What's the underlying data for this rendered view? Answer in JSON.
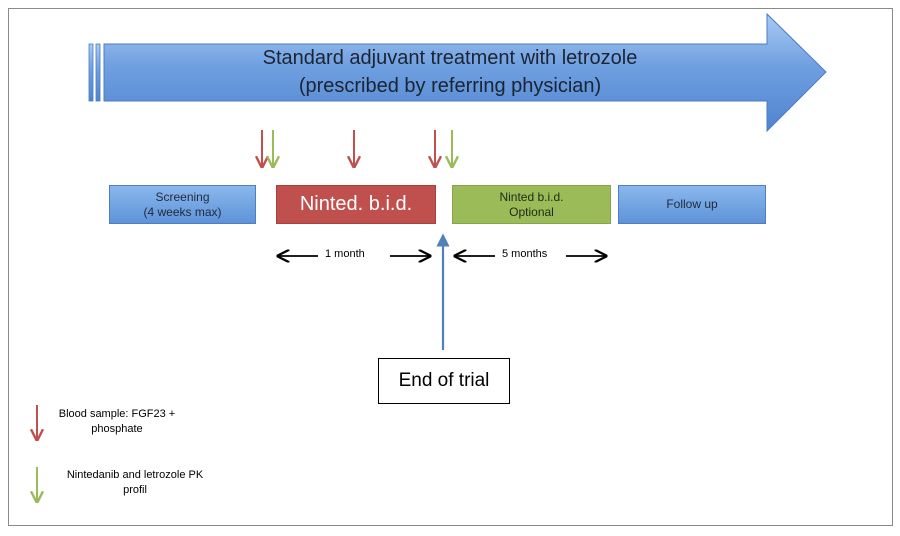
{
  "banner": {
    "line1": "Standard adjuvant treatment with letrozole",
    "line2": "(prescribed by referring physician)"
  },
  "phases": {
    "screening": {
      "line1": "Screening",
      "line2": "(4 weeks max)"
    },
    "treatment": {
      "label": "Ninted. b.i.d."
    },
    "optional": {
      "line1": "Ninted b.i.d.",
      "line2": "Optional"
    },
    "followup": {
      "label": "Follow up"
    }
  },
  "durations": {
    "first": "1 month",
    "second": "5 months"
  },
  "end_of_trial": "End of trial",
  "legend": {
    "blood": {
      "line1": "Blood sample: FGF23 +",
      "line2": "phosphate"
    },
    "pk": {
      "line1": "Nintedanib and letrozole PK",
      "line2": "profil"
    }
  },
  "colors": {
    "banner": "#5b8fd6",
    "red": "#c0504d",
    "green": "#9bbb59",
    "blue_box": "#6a9edf",
    "end_arrow": "#4f81bd"
  }
}
